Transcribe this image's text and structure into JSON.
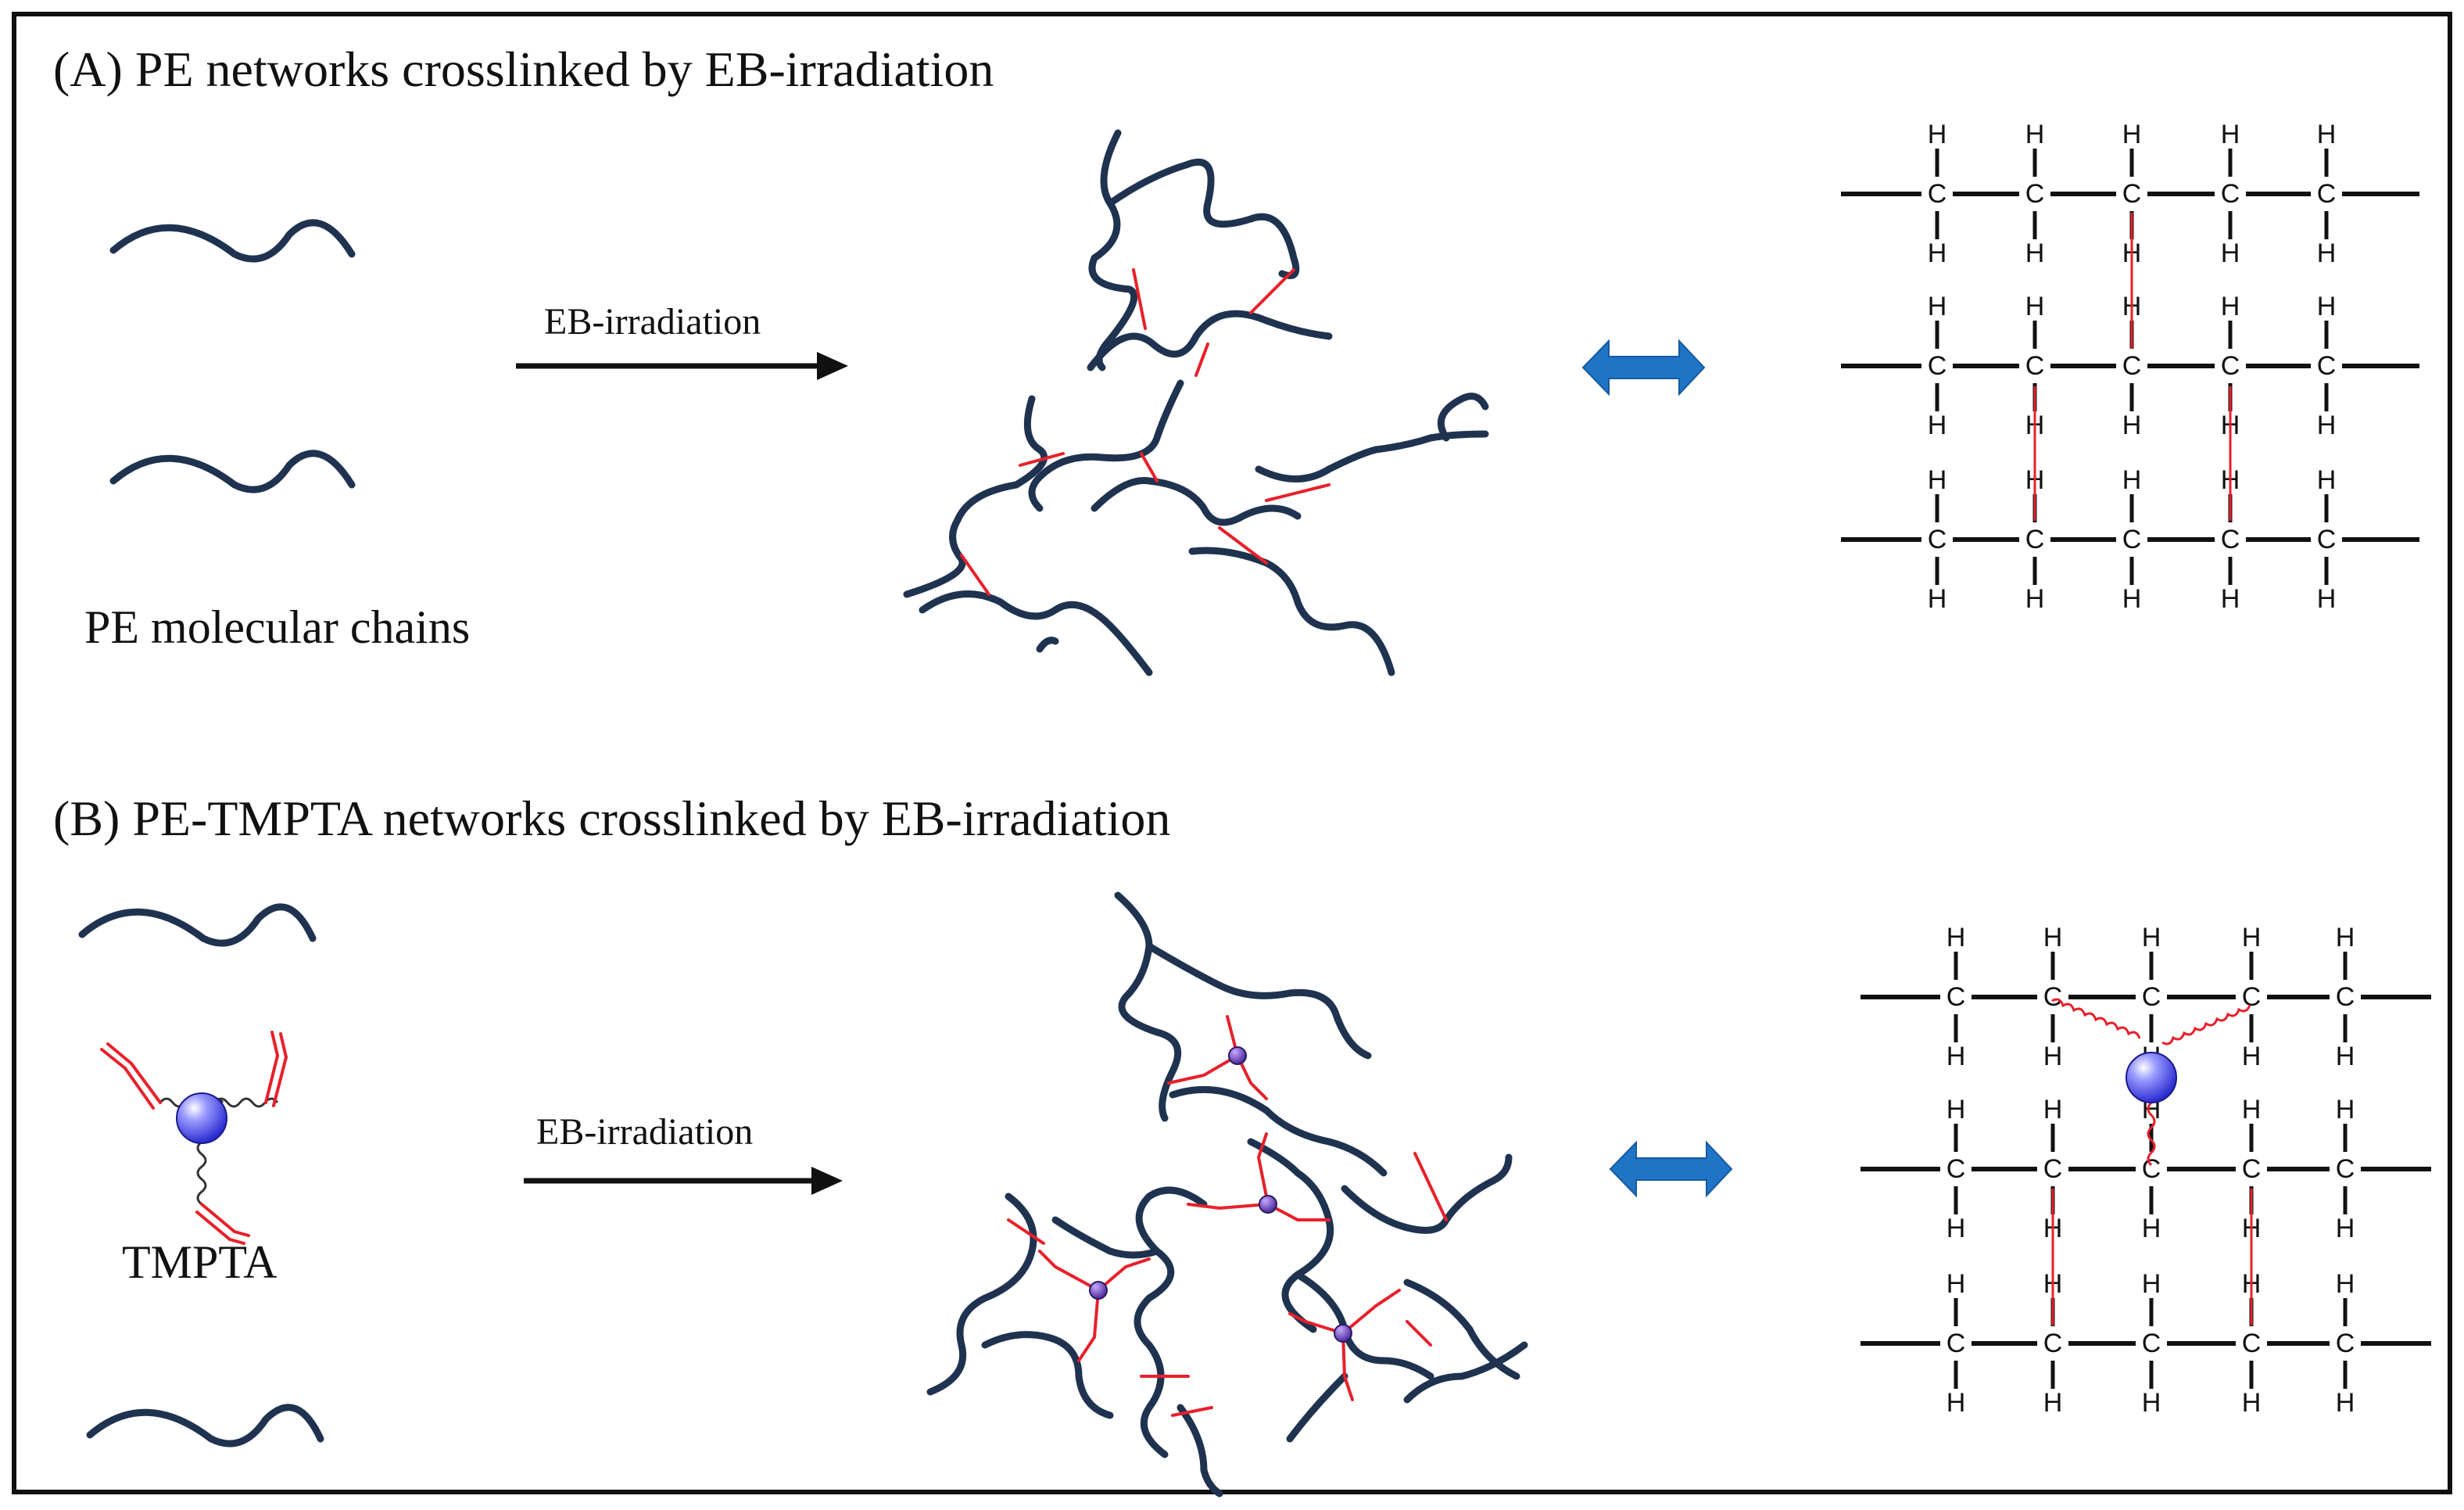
{
  "panel_a": {
    "title": "(A) PE networks crosslinked by EB-irradiation",
    "chain_label": "PE molecular  chains",
    "arrow_label": "EB-irradiation"
  },
  "panel_b": {
    "title": "(B) PE-TMPTA networks crosslinked by EB-irradiation",
    "additive_label": "TMPTA",
    "arrow_label": "EB-irradiation"
  },
  "atoms": {
    "carbon": "C",
    "hydrogen": "H"
  },
  "colors": {
    "chain": "#1f3350",
    "crosslink": "#e8202a",
    "double_arrow": "#1f74c6",
    "tmpta_sphere": "#5a5cf0",
    "frame": "#111111"
  }
}
